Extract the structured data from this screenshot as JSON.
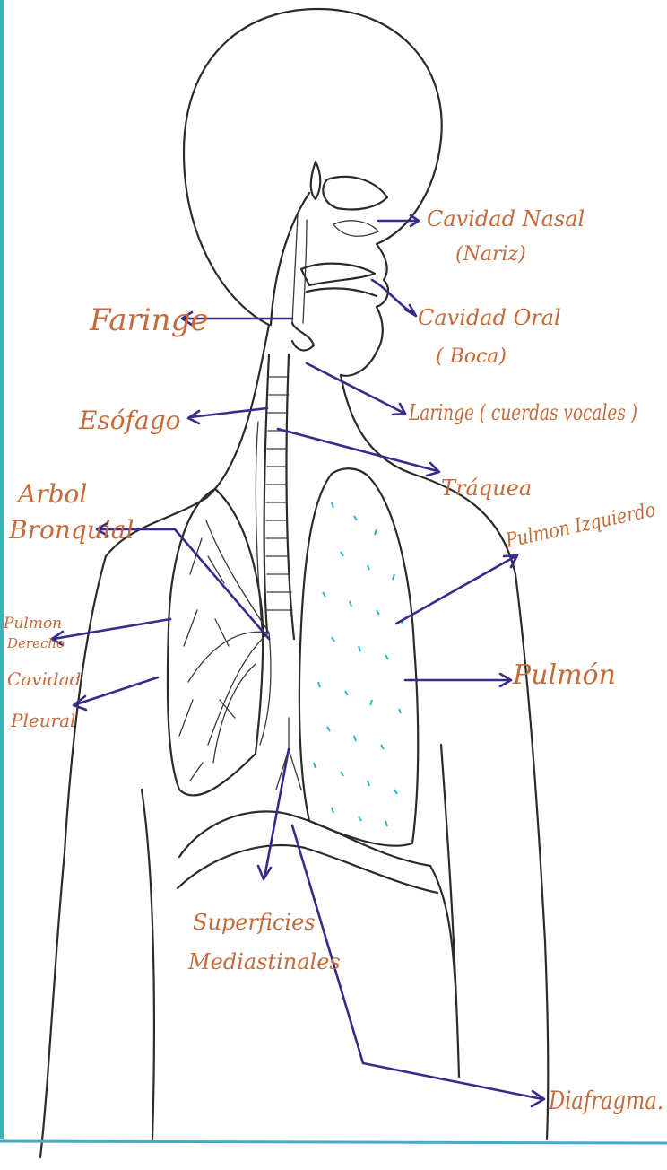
{
  "colors": {
    "outline": "#2b2b2b",
    "arrow": "#3b2a8c",
    "label": "#c66a3a",
    "lung_dots": "#29b6c4",
    "border_line": "#4aa8c8",
    "left_edge": "#3fb1b8"
  },
  "labels": {
    "cavidad_nasal_1": "Cavidad Nasal",
    "cavidad_nasal_2": "(Nariz)",
    "faringe": "Faringe",
    "cavidad_oral_1": "Cavidad Oral",
    "cavidad_oral_2": "( Boca)",
    "esofago": "Esófago",
    "laringe": "Laringe ( cuerdas vocales )",
    "traquea": "Tráquea",
    "arbol_1": "Arbol",
    "arbol_2": "Bronquial",
    "pulmon_izquierdo": "Pulmon Izquierdo",
    "pulmon_derecho_1": "Pulmon",
    "pulmon_derecho_2": "Derecho",
    "cavidad_pleural_1": "Cavidad",
    "cavidad_pleural_2": "Pleural",
    "pulmon": "Pulmón",
    "superficies_1": "Superficies",
    "superficies_2": "Mediastinales",
    "diafragma": "Diafragma."
  }
}
